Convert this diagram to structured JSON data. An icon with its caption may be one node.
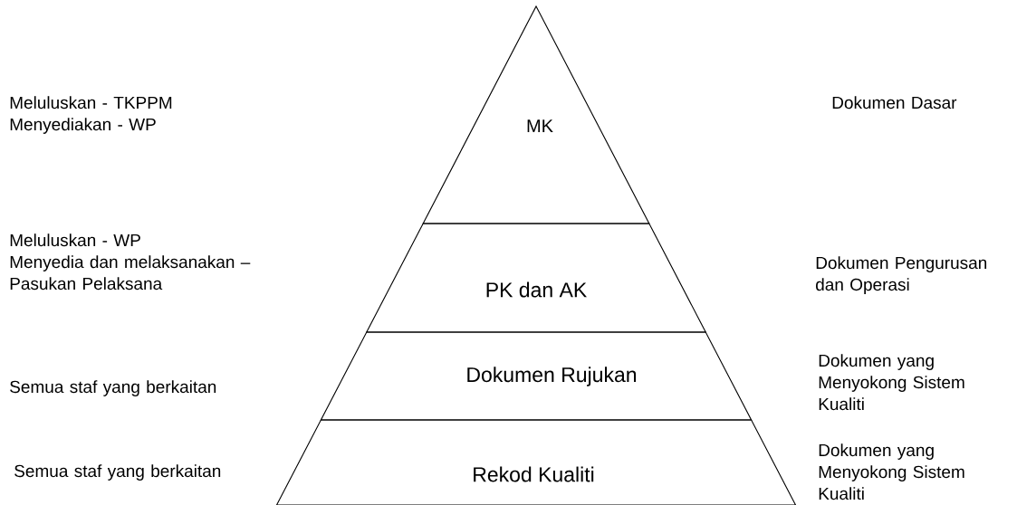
{
  "diagram": {
    "nodes": [
      {
        "text": [
          "MK"
        ]
      },
      {
        "text": [
          "PK dan AK"
        ]
      },
      {
        "text": [
          "Dokumen Rujukan"
        ]
      },
      {
        "text": [
          "Rekod Kualiti"
        ]
      }
    ],
    "labels": [
      "Meluluskan - TKPPM",
      "Dokumen Dasar",
      "Menyediakan - WP",
      "Meluluskan - WP",
      "Menyedia dan melaksanakan – Pasukan Pelaksana",
      "Dokumen Pengurusan dan Operasi",
      "Dokumen yang Menyokong Sistem Kualiti",
      "Semua staf yang berkaitan",
      "Dokumen yang Menyokong Sistem Kualiti",
      "Semua staf yang berkaitan"
    ]
  }
}
